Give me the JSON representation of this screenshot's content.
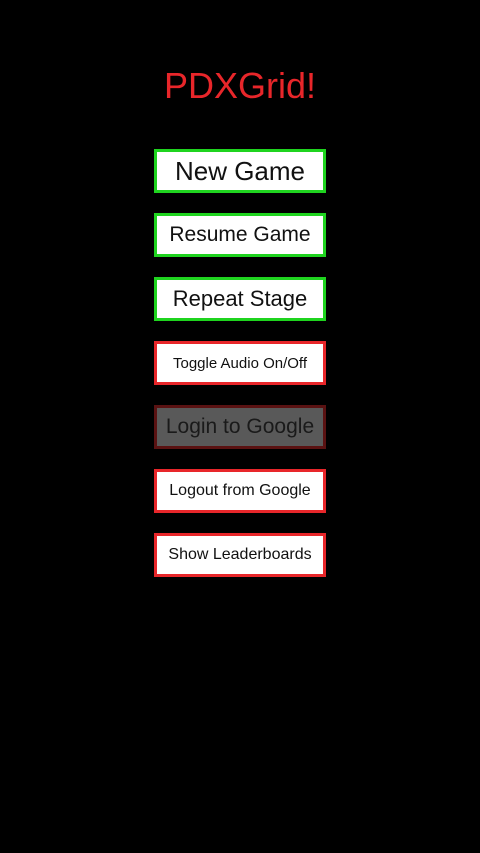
{
  "app": {
    "title": "PDXGrid!",
    "accent_color": "#e8262a",
    "enabled_border_color": "#1fd41f"
  },
  "menu": {
    "new_game": "New Game",
    "resume_game": "Resume Game",
    "repeat_stage": "Repeat Stage",
    "toggle_audio": "Toggle Audio On/Off",
    "login_google": "Login to Google",
    "logout_google": "Logout from Google",
    "show_leaderboards": "Show Leaderboards"
  }
}
